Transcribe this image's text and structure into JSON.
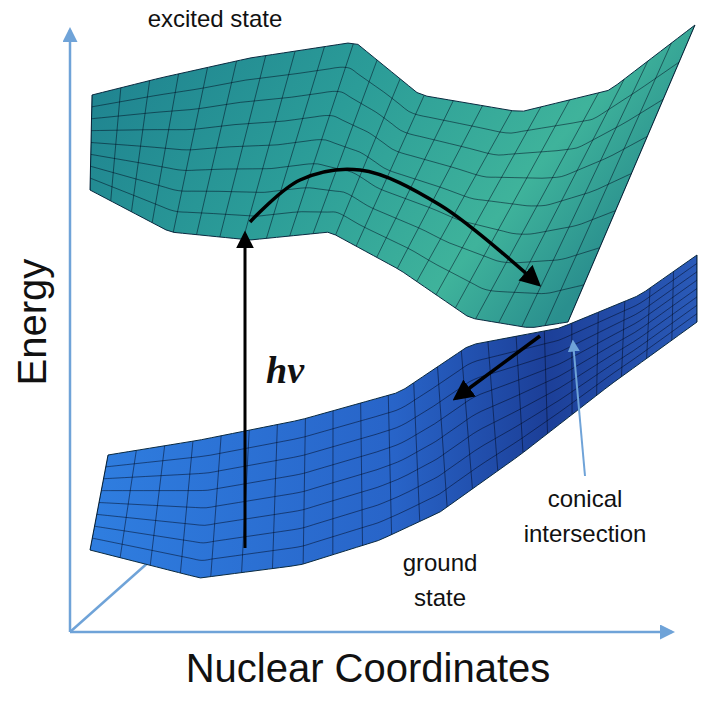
{
  "diagram": {
    "labels": [
      "excited state",
      "hv",
      "conical intersection",
      "ground state",
      "Energy",
      "Nuclear Coordinates"
    ]
  }
}
